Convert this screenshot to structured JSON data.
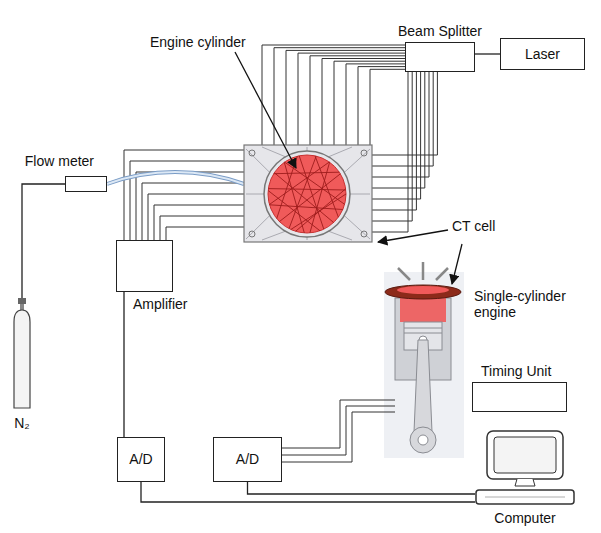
{
  "diagram": {
    "nodes": [
      {
        "text": [
          "Beam Splitter"
        ]
      },
      {
        "text": [
          "Laser"
        ]
      },
      {
        "text": [
          "Flow meter"
        ]
      },
      {
        "text": [
          "N₂"
        ]
      },
      {
        "text": [
          "Amplifier"
        ]
      },
      {
        "text": [
          "A/D"
        ]
      },
      {
        "text": [
          "A/D"
        ]
      },
      {
        "text": [
          "Timing Unit"
        ]
      },
      {
        "text": [
          "Computer"
        ]
      }
    ],
    "edges": [
      {
        "from": 1,
        "to": 0,
        "arrow": "none"
      },
      {
        "from": 3,
        "to": 2,
        "arrow": "none"
      },
      {
        "from": 4,
        "to": 5,
        "arrow": "none"
      },
      {
        "from": 5,
        "to": 8,
        "arrow": "none"
      },
      {
        "from": 6,
        "to": 8,
        "arrow": "none"
      }
    ],
    "labels": [
      "Engine cylinder",
      "CT cell",
      "Single-cylinder engine"
    ]
  }
}
